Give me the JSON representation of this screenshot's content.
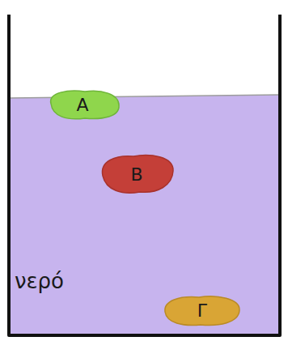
{
  "diagram": {
    "nodes": [
      {
        "text": [
          "A"
        ]
      },
      {
        "text": [
          "B"
        ]
      },
      {
        "text": [
          "Γ"
        ]
      }
    ],
    "labels": [
      "νερό"
    ]
  }
}
